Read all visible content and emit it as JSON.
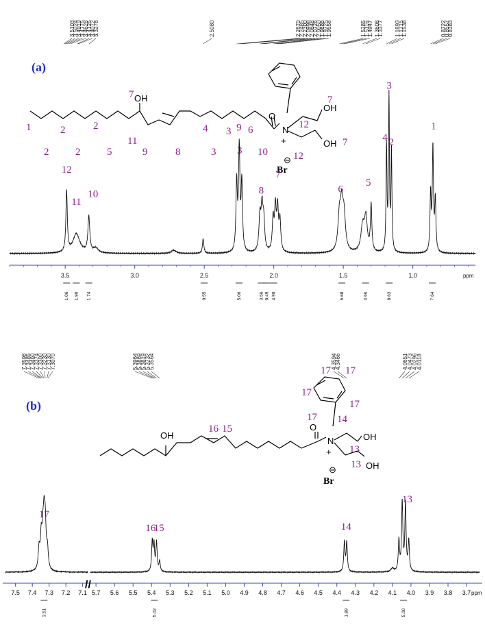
{
  "chart_data": [
    {
      "type": "line",
      "panel_label": "(a)",
      "xlabel": "ppm",
      "x_reversed": true,
      "xlim": [
        3.9,
        0.55
      ],
      "ticks": [
        3.5,
        3.0,
        2.5,
        2.0,
        1.5,
        1.0
      ],
      "tick_labels": [
        "3.5",
        "3.0",
        "2.5",
        "2.0",
        "1.5",
        "1.0"
      ],
      "peak_list": [
        "3.5103",
        "3.5024",
        "3.4919",
        "3.4775",
        "3.4628",
        "3.4125",
        "3.4072",
        "3.3278",
        "2.5080",
        "2.2670",
        "2.2485",
        "2.2300",
        "2.0998",
        "2.0848",
        "2.0726",
        "2.0050",
        "1.9886",
        "1.9725",
        "1.9558",
        "1.5285",
        "1.5116",
        "1.4947",
        "1.3608",
        "1.3377",
        "1.1893",
        "1.1715",
        "1.1538",
        "0.8722",
        "0.8557",
        "0.8383"
      ],
      "peaks": [
        {
          "x": 3.49,
          "height": 0.38,
          "width": 0.006
        },
        {
          "x": 3.42,
          "height": 0.12,
          "width": 0.03
        },
        {
          "x": 3.33,
          "height": 0.22,
          "width": 0.008
        },
        {
          "x": 3.28,
          "height": 0.03,
          "width": 0.02
        },
        {
          "x": 2.72,
          "height": 0.02,
          "width": 0.02
        },
        {
          "x": 2.508,
          "height": 0.09,
          "width": 0.006
        },
        {
          "x": 2.267,
          "height": 0.42,
          "width": 0.006
        },
        {
          "x": 2.2485,
          "height": 0.63,
          "width": 0.006
        },
        {
          "x": 2.23,
          "height": 0.42,
          "width": 0.006
        },
        {
          "x": 2.0998,
          "height": 0.21,
          "width": 0.008
        },
        {
          "x": 2.0848,
          "height": 0.25,
          "width": 0.008
        },
        {
          "x": 2.0726,
          "height": 0.18,
          "width": 0.008
        },
        {
          "x": 2.005,
          "height": 0.2,
          "width": 0.007
        },
        {
          "x": 1.9886,
          "height": 0.26,
          "width": 0.007
        },
        {
          "x": 1.9725,
          "height": 0.26,
          "width": 0.007
        },
        {
          "x": 1.9558,
          "height": 0.19,
          "width": 0.007
        },
        {
          "x": 1.5285,
          "height": 0.2,
          "width": 0.012
        },
        {
          "x": 1.5116,
          "height": 0.26,
          "width": 0.012
        },
        {
          "x": 1.4947,
          "height": 0.2,
          "width": 0.012
        },
        {
          "x": 1.3608,
          "height": 0.16,
          "width": 0.015
        },
        {
          "x": 1.3377,
          "height": 0.2,
          "width": 0.012
        },
        {
          "x": 1.3,
          "height": 0.29,
          "width": 0.006
        },
        {
          "x": 1.1893,
          "height": 0.65,
          "width": 0.004
        },
        {
          "x": 1.1715,
          "height": 0.95,
          "width": 0.004
        },
        {
          "x": 1.1538,
          "height": 0.62,
          "width": 0.004
        },
        {
          "x": 0.8722,
          "height": 0.36,
          "width": 0.005
        },
        {
          "x": 0.8557,
          "height": 0.64,
          "width": 0.005
        },
        {
          "x": 0.8383,
          "height": 0.32,
          "width": 0.005
        }
      ],
      "peak_labels": [
        {
          "label": "12",
          "x": 3.49,
          "level": 0.5
        },
        {
          "label": "11",
          "x": 3.42,
          "level": 0.3
        },
        {
          "label": "10",
          "x": 3.3,
          "level": 0.35
        },
        {
          "label": "9",
          "x": 2.25,
          "level": 0.76
        },
        {
          "label": "8",
          "x": 2.09,
          "level": 0.37
        },
        {
          "label": "7",
          "x": 1.97,
          "level": 0.47
        },
        {
          "label": "6",
          "x": 1.52,
          "level": 0.38
        },
        {
          "label": "5",
          "x": 1.32,
          "level": 0.42
        },
        {
          "label": "4",
          "x": 1.2,
          "level": 0.7
        },
        {
          "label": "2",
          "x": 1.155,
          "level": 0.67
        },
        {
          "label": "3",
          "x": 1.17,
          "level": 1.02
        },
        {
          "label": "1",
          "x": 0.85,
          "level": 0.77
        }
      ],
      "integrals": [
        {
          "value": "1.06",
          "x": 3.49
        },
        {
          "value": "1.90",
          "x": 3.42
        },
        {
          "value": "1.74",
          "x": 3.33
        },
        {
          "value": "0.55",
          "x": 2.5
        },
        {
          "value": "5.06",
          "x": 2.25
        },
        {
          "value": "3.56",
          "x": 2.09
        },
        {
          "value": "0.49",
          "x": 2.05
        },
        {
          "value": "4.90",
          "x": 2.0
        },
        {
          "value": "5.68",
          "x": 1.51
        },
        {
          "value": "4.66",
          "x": 1.34
        },
        {
          "value": "8.63",
          "x": 1.17
        },
        {
          "value": "7.64",
          "x": 0.86
        }
      ],
      "structure": {
        "atoms": {
          "oh_top": "OH",
          "oh_right_upper": "OH",
          "oh_right_lower": "OH",
          "o_carbonyl": "O",
          "n": "N",
          "br": "Br",
          "plus": "+",
          "minus": "⊖"
        },
        "labels": [
          "1",
          "2",
          "2",
          "2",
          "2",
          "5",
          "7",
          "11",
          "9",
          "8",
          "4",
          "3",
          "3",
          "3",
          "6",
          "10",
          "12",
          "12",
          "7",
          "7"
        ]
      }
    },
    {
      "type": "line",
      "panel_label": "(b)",
      "xlabel": "ppm",
      "x_reversed": true,
      "axis_break": "//",
      "ticks": [
        "7.5",
        "7.4",
        "7.3",
        "7.2",
        "7.1",
        "5.7",
        "5.6",
        "5.5",
        "5.4",
        "5.3",
        "5.2",
        "5.1",
        "5.0",
        "4.9",
        "4.8",
        "4.7",
        "4.6",
        "4.5",
        "4.4",
        "4.3",
        "4.2",
        "4.1",
        "4.0",
        "3.9",
        "3.8",
        "3.7"
      ],
      "peak_list_aromatic": [
        "7.3596",
        "7.3485",
        "7.3460",
        "7.3374",
        "7.3300",
        "7.3230",
        "7.3130",
        "7.3070"
      ],
      "peak_list_olefinic": [
        "5.3964",
        "5.3869",
        "5.3819",
        "5.3732",
        "5.3564"
      ],
      "peak_list_ch2": [
        "4.3594",
        "4.3466"
      ],
      "peak_list_ch2oh": [
        "4.0651",
        "4.0473",
        "4.0296",
        "4.0118"
      ],
      "peaks": [
        {
          "x": 7.36,
          "height": 0.3,
          "width": 0.006
        },
        {
          "x": 7.347,
          "height": 0.45,
          "width": 0.006
        },
        {
          "x": 7.337,
          "height": 0.4,
          "width": 0.006
        },
        {
          "x": 7.33,
          "height": 0.62,
          "width": 0.006
        },
        {
          "x": 7.323,
          "height": 0.58,
          "width": 0.006
        },
        {
          "x": 7.31,
          "height": 0.28,
          "width": 0.006
        },
        {
          "x": 5.3964,
          "height": 0.43,
          "width": 0.004
        },
        {
          "x": 5.3869,
          "height": 0.38,
          "width": 0.004
        },
        {
          "x": 5.3732,
          "height": 0.42,
          "width": 0.004
        },
        {
          "x": 5.3564,
          "height": 0.15,
          "width": 0.004
        },
        {
          "x": 4.3594,
          "height": 0.43,
          "width": 0.004
        },
        {
          "x": 4.3466,
          "height": 0.43,
          "width": 0.004
        },
        {
          "x": 4.1,
          "height": 0.05,
          "width": 0.01
        },
        {
          "x": 4.0651,
          "height": 0.45,
          "width": 0.004
        },
        {
          "x": 4.0473,
          "height": 1.0,
          "width": 0.004
        },
        {
          "x": 4.0296,
          "height": 0.98,
          "width": 0.004
        },
        {
          "x": 4.0118,
          "height": 0.44,
          "width": 0.004
        }
      ],
      "peak_labels": [
        {
          "label": "17",
          "x": 7.33,
          "level": 0.8
        },
        {
          "label": "16",
          "x": 5.405,
          "level": 0.6
        },
        {
          "label": "15",
          "x": 5.36,
          "level": 0.6
        },
        {
          "label": "14",
          "x": 4.35,
          "level": 0.62
        },
        {
          "label": "13",
          "x": 4.02,
          "level": 1.02
        }
      ],
      "integrals": [
        {
          "value": "3.51",
          "x": 7.33
        },
        {
          "value": "5.02",
          "x": 5.385
        },
        {
          "value": "1.89",
          "x": 4.35
        },
        {
          "value": "5.00",
          "x": 4.04
        }
      ],
      "structure": {
        "atoms": {
          "oh_left": "OH",
          "oh_right_upper": "OH",
          "oh_right_lower": "OH",
          "o_carbonyl": "O",
          "n": "N",
          "br": "Br",
          "plus": "+",
          "minus": "⊖"
        },
        "labels": [
          "16",
          "15",
          "17",
          "17",
          "17",
          "17",
          "17",
          "14",
          "13",
          "13"
        ]
      }
    }
  ]
}
